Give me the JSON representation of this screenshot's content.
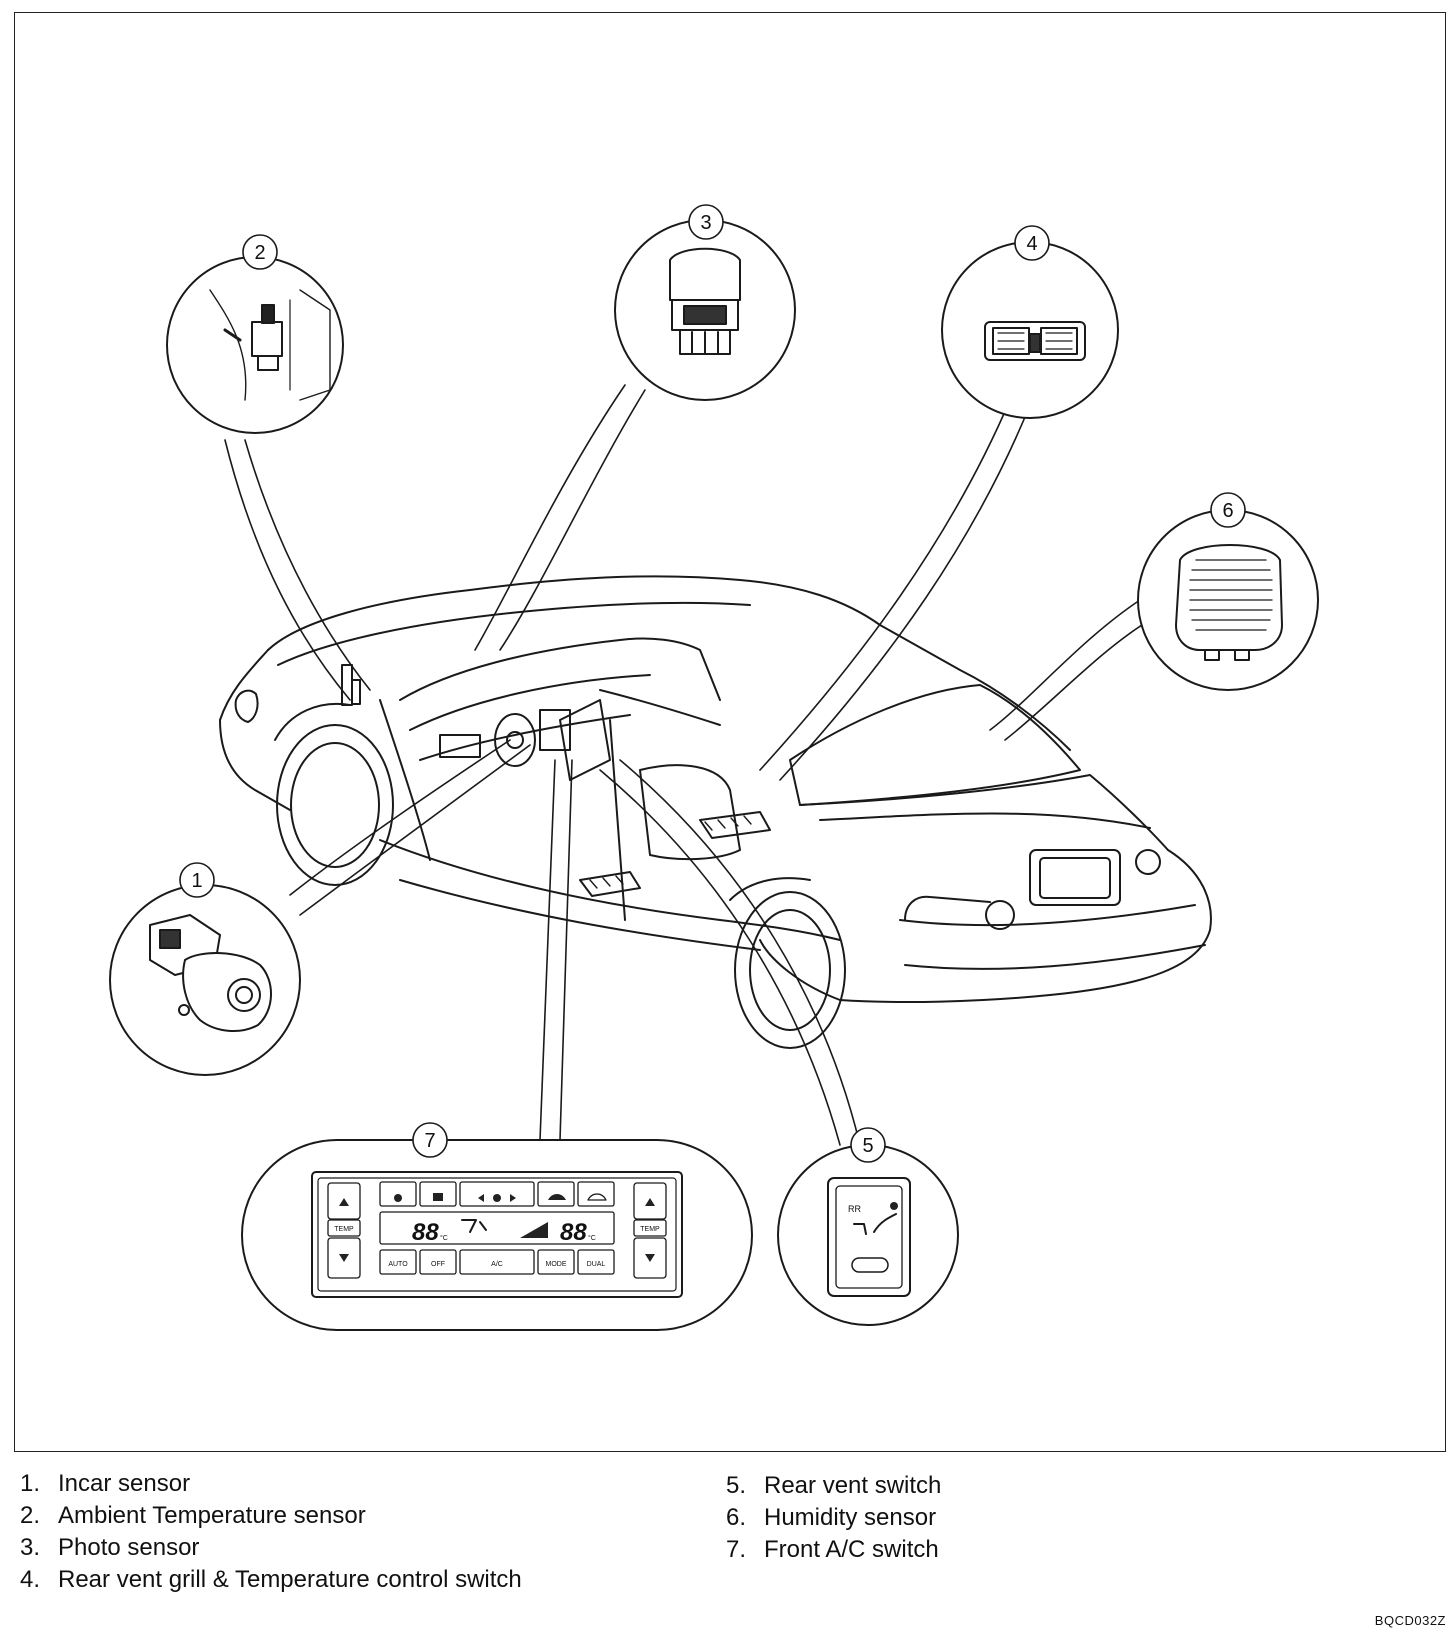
{
  "callouts": [
    {
      "number": "1",
      "label": "Incar sensor"
    },
    {
      "number": "2",
      "label": "Ambient Temperature sensor"
    },
    {
      "number": "3",
      "label": "Photo sensor"
    },
    {
      "number": "4",
      "label": "Rear vent grill & Temperature control switch"
    },
    {
      "number": "5",
      "label": "Rear vent switch"
    },
    {
      "number": "6",
      "label": "Humidity sensor"
    },
    {
      "number": "7",
      "label": "Front A/C switch"
    }
  ],
  "legend_left": [
    {
      "num": "1.",
      "text": "Incar sensor"
    },
    {
      "num": "2.",
      "text": "Ambient Temperature sensor"
    },
    {
      "num": "3.",
      "text": "Photo sensor"
    },
    {
      "num": "4.",
      "text": "Rear vent grill & Temperature control switch"
    }
  ],
  "legend_right": [
    {
      "num": "5.",
      "text": "Rear vent switch"
    },
    {
      "num": "6.",
      "text": "Humidity sensor"
    },
    {
      "num": "7.",
      "text": "Front A/C switch"
    }
  ],
  "ac_panel": {
    "temp_left": "88",
    "temp_right": "88",
    "temp_unit": "°C",
    "buttons_top": [
      "",
      "",
      "",
      "",
      ""
    ],
    "buttons_bottom": [
      "AUTO",
      "OFF",
      "A/C",
      "MODE",
      "DUAL"
    ],
    "side_button": "TEMP"
  },
  "rear_switch": {
    "label": "RR"
  },
  "figure_code": "BQCD032Z"
}
